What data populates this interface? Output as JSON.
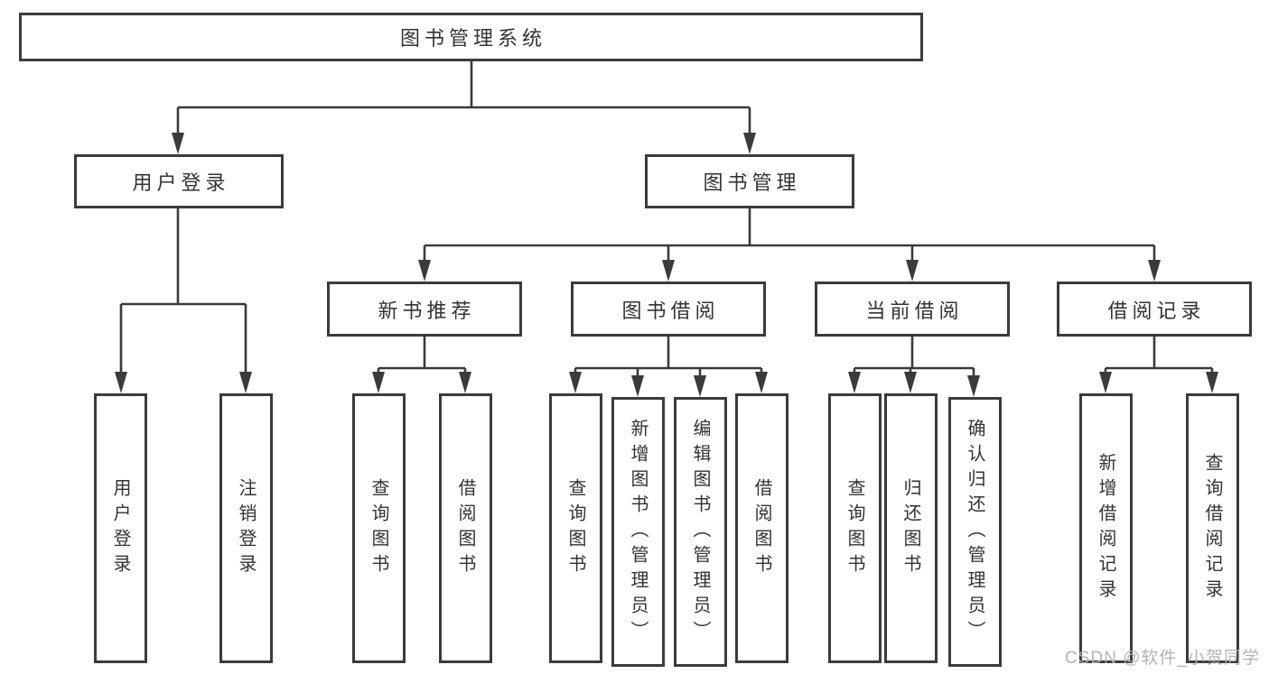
{
  "colors": {
    "line": "#3b3b3d",
    "box_border": "#3b3b3d",
    "text": "#333333",
    "background": "#ffffff",
    "watermark": "#b0b0b0"
  },
  "watermark": {
    "text": "CSDN @软件_小贺同学"
  },
  "tree": {
    "root": {
      "label": "图书管理系统",
      "children": [
        {
          "label": "用户登录",
          "children": [
            {
              "label": "用户登录"
            },
            {
              "label": "注销登录"
            }
          ]
        },
        {
          "label": "图书管理",
          "children": [
            {
              "label": "新书推荐",
              "children": [
                {
                  "label": "查询图书"
                },
                {
                  "label": "借阅图书"
                }
              ]
            },
            {
              "label": "图书借阅",
              "children": [
                {
                  "label": "查询图书"
                },
                {
                  "label": "新增图书（管理员）"
                },
                {
                  "label": "编辑图书（管理员）"
                },
                {
                  "label": "借阅图书"
                }
              ]
            },
            {
              "label": "当前借阅",
              "children": [
                {
                  "label": "查询图书"
                },
                {
                  "label": "归还图书"
                },
                {
                  "label": "确认归还（管理员）"
                }
              ]
            },
            {
              "label": "借阅记录",
              "children": [
                {
                  "label": "新增借阅记录"
                },
                {
                  "label": "查询借阅记录"
                }
              ]
            }
          ]
        }
      ]
    }
  }
}
